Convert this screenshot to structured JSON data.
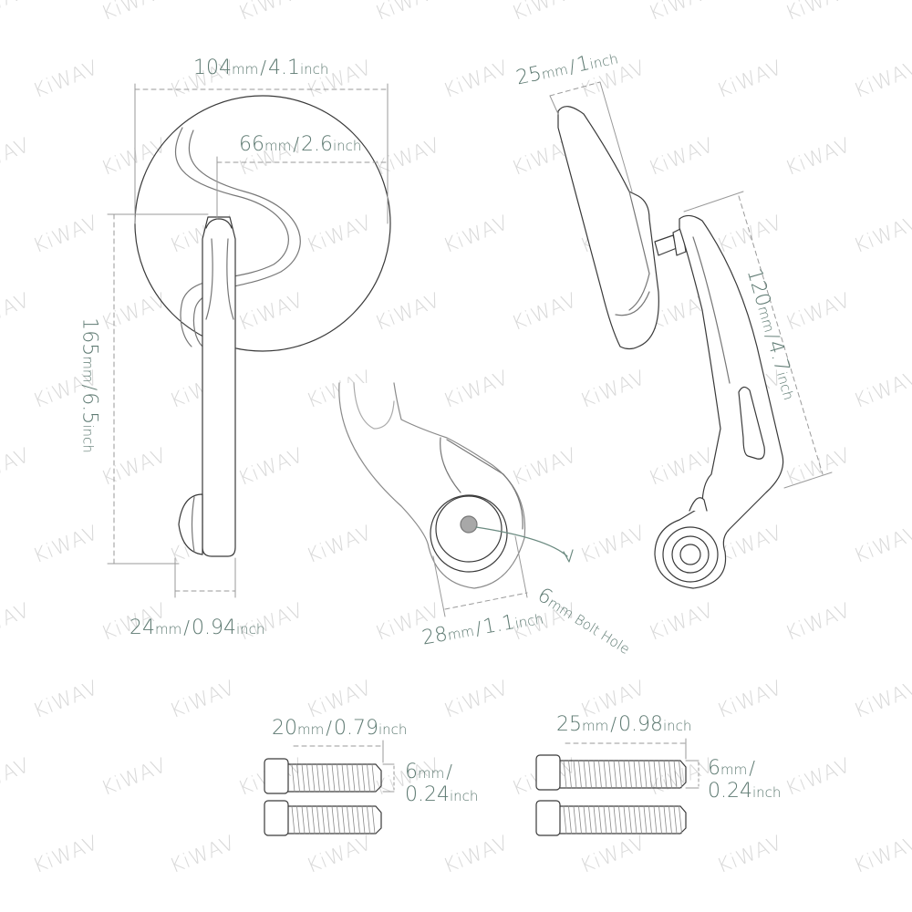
{
  "brand": {
    "watermark": "KiWAV",
    "text_color": "#5e7a72",
    "line_color": "#333333",
    "dim_line_color": "#9a9a9a",
    "watermark_color": "#d9d9d9"
  },
  "front_view": {
    "width": {
      "mm": "104",
      "mm_unit": "mm",
      "sep": "/",
      "inch": "4.1",
      "inch_unit": "inch"
    },
    "mirror_offset": {
      "mm": "66",
      "mm_unit": "mm",
      "sep": "/",
      "inch": "2.6",
      "inch_unit": "inch"
    },
    "height": {
      "mm": "165",
      "mm_unit": "mm",
      "sep": "/",
      "inch": "6.5",
      "inch_unit": "inch"
    },
    "arm_width": {
      "mm": "24",
      "mm_unit": "mm",
      "sep": "/",
      "inch": "0.94",
      "inch_unit": "inch"
    }
  },
  "side_view": {
    "mirror_depth": {
      "mm": "25",
      "mm_unit": "mm",
      "sep": "/",
      "inch": "1",
      "inch_unit": "inch"
    },
    "arm_length": {
      "mm": "120",
      "mm_unit": "mm",
      "sep": "/",
      "inch": "4.7",
      "inch_unit": "inch"
    }
  },
  "clamp_detail": {
    "diameter": {
      "mm": "28",
      "mm_unit": "mm",
      "sep": "/",
      "inch": "1.1",
      "inch_unit": "inch"
    },
    "bolt_hole": {
      "size": "6",
      "unit": "mm",
      "label": "Bolt Hole"
    }
  },
  "bolts": [
    {
      "length": {
        "mm": "20",
        "mm_unit": "mm",
        "sep": "/",
        "inch": "0.79",
        "inch_unit": "inch"
      },
      "diameter": {
        "mm": "6",
        "mm_unit": "mm",
        "sep": "/",
        "inch": "0.24",
        "inch_unit": "inch"
      },
      "count": 2
    },
    {
      "length": {
        "mm": "25",
        "mm_unit": "mm",
        "sep": "/",
        "inch": "0.98",
        "inch_unit": "inch"
      },
      "diameter": {
        "mm": "6",
        "mm_unit": "mm",
        "sep": "/",
        "inch": "0.24",
        "inch_unit": "inch"
      },
      "count": 2
    }
  ]
}
